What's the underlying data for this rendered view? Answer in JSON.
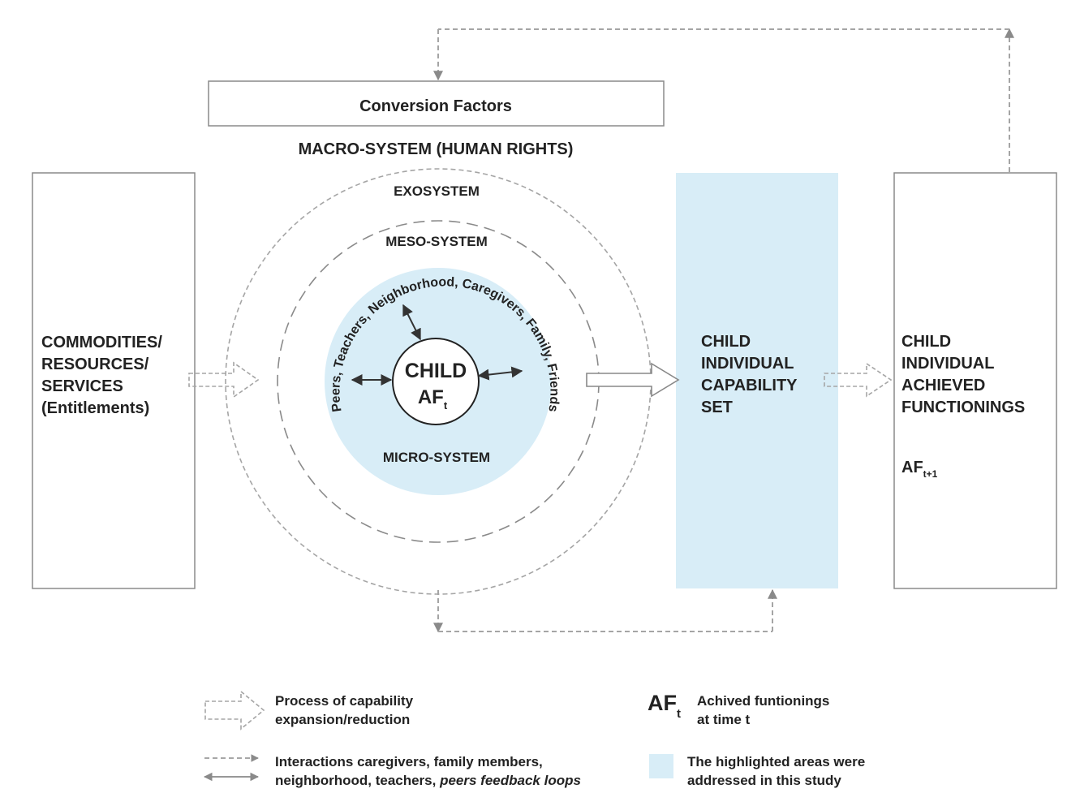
{
  "colors": {
    "highlight": "#d8edf7",
    "stroke": "#888888",
    "dashed": "#a5a5a5",
    "text": "#222222"
  },
  "conversion_box": {
    "label": "Conversion Factors"
  },
  "macro_label": "MACRO-SYSTEM (HUMAN RIGHTS)",
  "exosystem_label": "EXOSYSTEM",
  "meso_label": "MESO-SYSTEM",
  "micro_label": "MICRO-SYSTEM",
  "curved_label": "Peers, Teachers, Neighborhood, Caregivers, Family, Friends",
  "child": {
    "line1": "CHILD",
    "af": "AF",
    "sub": "t"
  },
  "left_box": {
    "lines": [
      "COMMODITIES/",
      "RESOURCES/",
      "SERVICES",
      "(Entitlements)"
    ]
  },
  "capability_box": {
    "lines": [
      "CHILD",
      "INDIVIDUAL",
      "CAPABILITY",
      "SET"
    ]
  },
  "functionings_box": {
    "lines": [
      "CHILD",
      "INDIVIDUAL",
      "ACHIEVED",
      "FUNCTIONINGS"
    ],
    "af": "AF",
    "af_sub": "t+1"
  },
  "legend": {
    "process": {
      "line1": "Process of capability",
      "line2": "expansion/reduction"
    },
    "interactions": {
      "line1": "Interactions caregivers, family members,",
      "line2_plain": "neighborhood, teachers, ",
      "line2_italic": "peers feedback loops"
    },
    "af": {
      "symbol": "AF",
      "sub": "t",
      "line1": "Achived funtionings",
      "line2": "at time t"
    },
    "highlight": {
      "line1": "The highlighted areas were",
      "line2": "addressed in this study"
    }
  }
}
